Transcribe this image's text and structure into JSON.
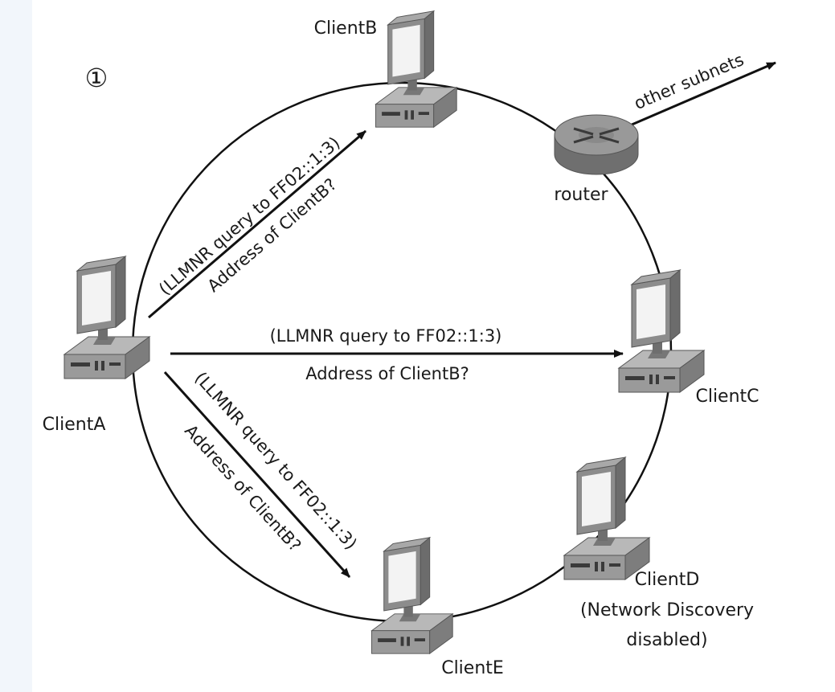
{
  "step_marker": "①",
  "nodes": {
    "client_a": "ClientA",
    "client_b": "ClientB",
    "client_c": "ClientC",
    "client_d_line1": "ClientD",
    "client_d_line2": "(Network Discovery",
    "client_d_line3": "disabled)",
    "client_e": "ClientE",
    "router": "router"
  },
  "links": {
    "other_subnets": "other subnets"
  },
  "messages": {
    "to_b_line1": "(LLMNR query to FF02::1:3)",
    "to_b_line2": "Address of ClientB?",
    "to_c_line1": "(LLMNR query to FF02::1:3)",
    "to_c_line2": "Address of ClientB?",
    "to_e_line1": "(LLMNR query to FF02::1:3)",
    "to_e_line2": "Address of ClientB?"
  },
  "colors": {
    "stroke": "#111111",
    "monitor_body": "#8c8c8c",
    "monitor_screen": "#f3f3f3",
    "router_body": "#8a8a8a"
  }
}
